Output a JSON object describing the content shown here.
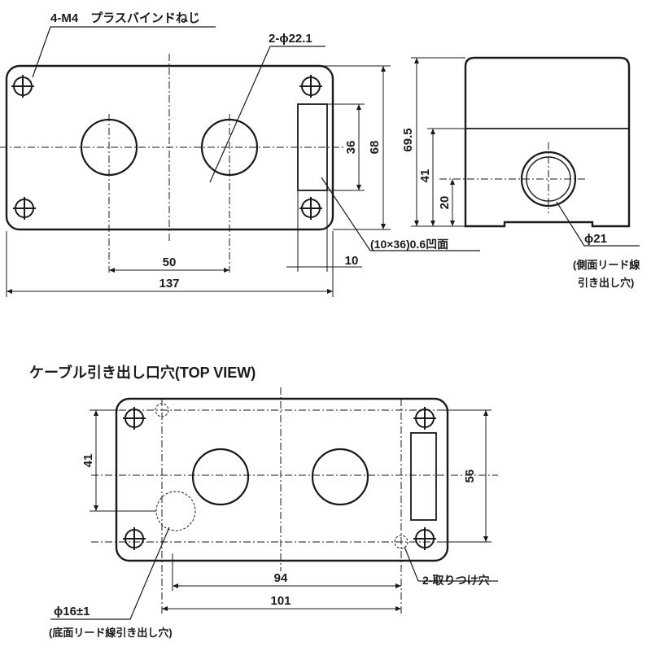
{
  "front_view": {
    "screw_note": "4-M4　プラスバインドねじ",
    "hole_note": "2-ϕ22.1",
    "recess_note": "(10×36)0.6凹面",
    "dim_50": "50",
    "dim_137": "137",
    "dim_10": "10",
    "dim_36": "36",
    "dim_68": "68"
  },
  "side_view": {
    "dim_69_5": "69.5",
    "dim_41": "41",
    "dim_20": "20",
    "hole_dia": "ϕ21",
    "hole_note_1": "(側面リード線",
    "hole_note_2": "引き出し穴)"
  },
  "top_view": {
    "title": "ケーブル引き出し口穴(TOP VIEW)",
    "dim_41": "41",
    "dim_56": "56",
    "dim_94": "94",
    "dim_101": "101",
    "mount_note": "2-取りつけ穴",
    "bottom_hole_dia": "ϕ16±1",
    "bottom_hole_note": "(底面リード線引き出し穴)"
  }
}
